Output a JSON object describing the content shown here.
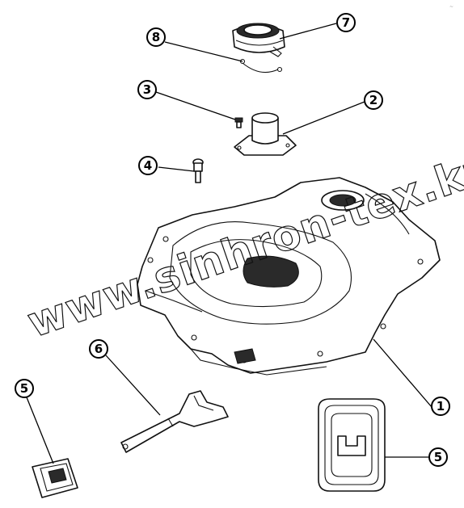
{
  "watermark": "www.sinhron-tex.kz",
  "corner_mark": "~",
  "callouts": [
    {
      "id": "7",
      "label": "7"
    },
    {
      "id": "8",
      "label": "8"
    },
    {
      "id": "3",
      "label": "3"
    },
    {
      "id": "2",
      "label": "2"
    },
    {
      "id": "4",
      "label": "4"
    },
    {
      "id": "6",
      "label": "6"
    },
    {
      "id": "1",
      "label": "1"
    },
    {
      "id": "5a",
      "label": "5"
    },
    {
      "id": "5b",
      "label": "5"
    }
  ]
}
